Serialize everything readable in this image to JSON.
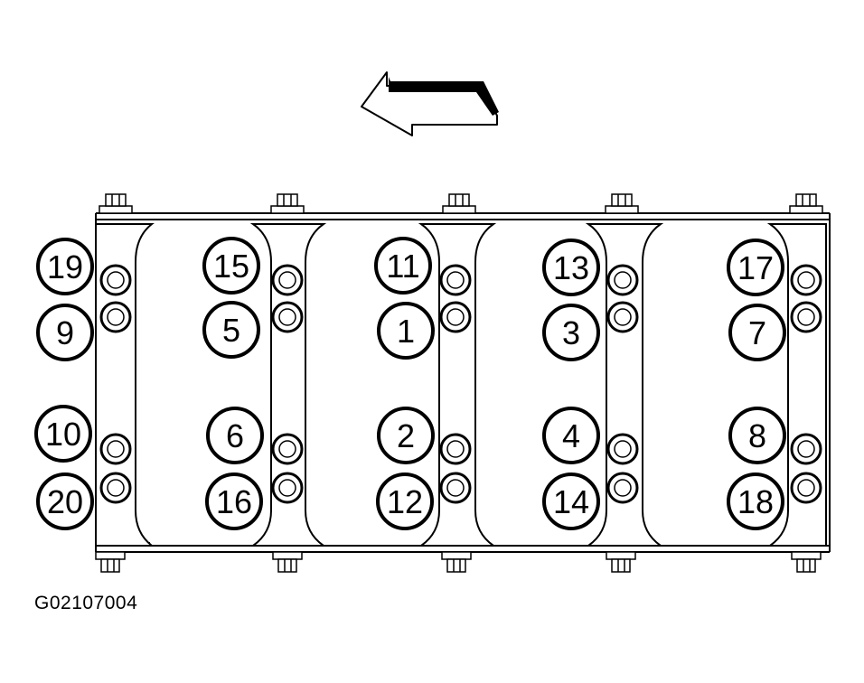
{
  "figure_code": "G02107004",
  "direction_arrow": {
    "points_toward": "left"
  },
  "bearing_caps": [
    {
      "bolts": [
        {
          "seq": "19"
        },
        {
          "seq": "9"
        },
        {
          "seq": "10"
        },
        {
          "seq": "20"
        }
      ]
    },
    {
      "bolts": [
        {
          "seq": "15"
        },
        {
          "seq": "5"
        },
        {
          "seq": "6"
        },
        {
          "seq": "16"
        }
      ]
    },
    {
      "bolts": [
        {
          "seq": "11"
        },
        {
          "seq": "1"
        },
        {
          "seq": "2"
        },
        {
          "seq": "12"
        }
      ]
    },
    {
      "bolts": [
        {
          "seq": "13"
        },
        {
          "seq": "3"
        },
        {
          "seq": "4"
        },
        {
          "seq": "14"
        }
      ]
    },
    {
      "bolts": [
        {
          "seq": "17"
        },
        {
          "seq": "7"
        },
        {
          "seq": "8"
        },
        {
          "seq": "18"
        }
      ]
    }
  ]
}
